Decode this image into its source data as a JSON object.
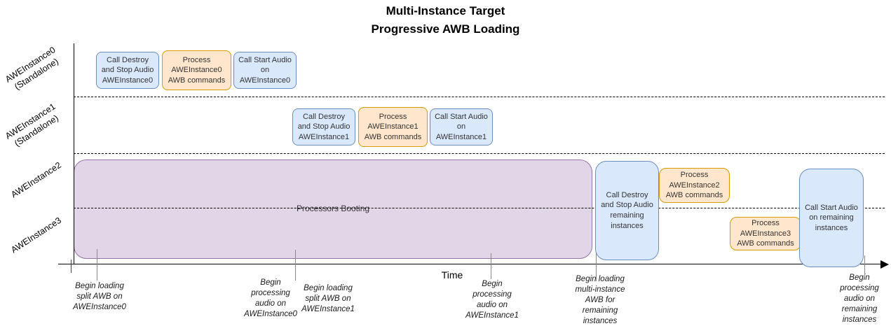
{
  "title": "Multi-Instance Target\nProgressive AWB Loading",
  "axis": {
    "time_label": "Time"
  },
  "rows": [
    {
      "label": "AWEInstance0\n(Standalone)"
    },
    {
      "label": "AWEInstance1\n(Standalone)"
    },
    {
      "label": "AWEInstance2"
    },
    {
      "label": "AWEInstance3"
    }
  ],
  "boxes": {
    "destroy0": "Call Destroy\nand Stop Audio\nAWEInstance0",
    "process0": "Process\nAWEInstance0\nAWB commands",
    "start0": "Call Start Audio\non\nAWEInstance0",
    "destroy1": "Call Destroy\nand Stop Audio\nAWEInstance1",
    "process1": "Process\nAWEInstance1\nAWB commands",
    "start1": "Call Start Audio\non\nAWEInstance1",
    "booting": "Processors Booting",
    "destroy_remaining": "Call Destroy\nand Stop Audio\nremaining\ninstances",
    "process2": "Process\nAWEInstance2\nAWB commands",
    "process3": "Process\nAWEInstance3\nAWB commands",
    "start_remaining": "Call Start Audio\non remaining\ninstances"
  },
  "annotations": [
    "Begin loading\nsplit AWB on\nAWEInstance0",
    "Begin\nprocessing\naudio on\nAWEInstance0",
    "Begin loading\nsplit AWB on\nAWEInstance1",
    "Begin\nprocessing\naudio on\nAWEInstance1",
    "Begin loading\nmulti-instance\nAWB for\nremaining\ninstances",
    "Begin\nprocessing\naudio on\nremaining\ninstances"
  ],
  "colors": {
    "blue_fill": "#dae8fc",
    "blue_stroke": "#6c8ebf",
    "orange_fill": "#ffe6cc",
    "orange_stroke": "#d79b00",
    "purple_fill": "#e1d5e7",
    "purple_stroke": "#9673a6",
    "axis": "#000000",
    "leader": "#8a8a8a"
  }
}
